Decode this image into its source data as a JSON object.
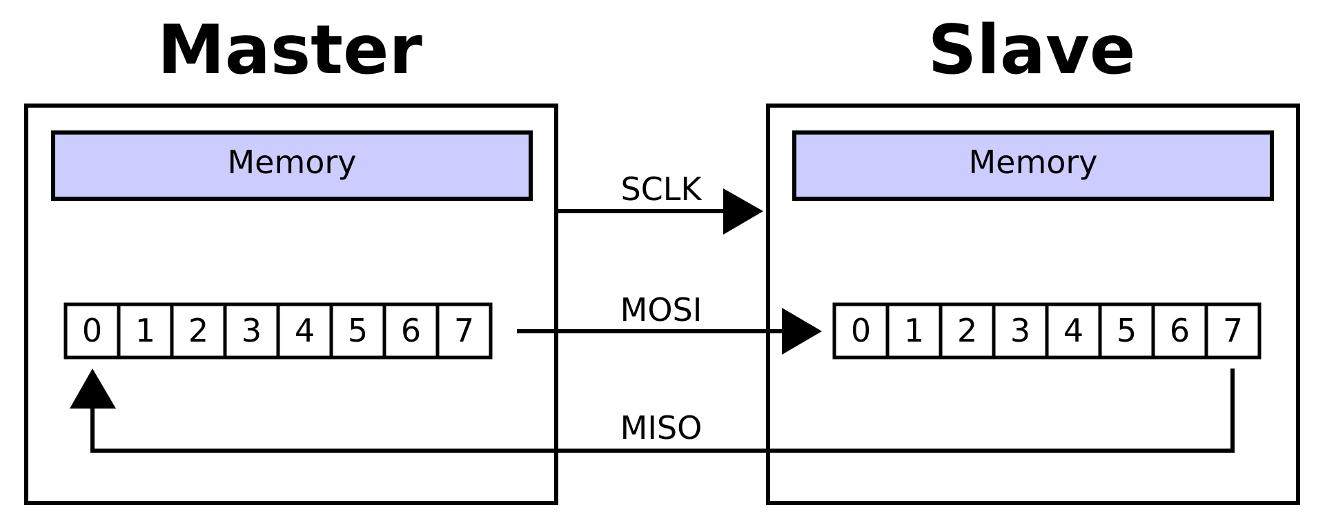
{
  "master": {
    "title": "Master",
    "memory_label": "Memory",
    "register_bits": [
      "0",
      "1",
      "2",
      "3",
      "4",
      "5",
      "6",
      "7"
    ]
  },
  "slave": {
    "title": "Slave",
    "memory_label": "Memory",
    "register_bits": [
      "0",
      "1",
      "2",
      "3",
      "4",
      "5",
      "6",
      "7"
    ]
  },
  "signals": {
    "sclk": "SCLK",
    "mosi": "MOSI",
    "miso": "MISO"
  },
  "colors": {
    "memory_fill": "#ccccff",
    "line": "#000000",
    "background": "#ffffff"
  }
}
